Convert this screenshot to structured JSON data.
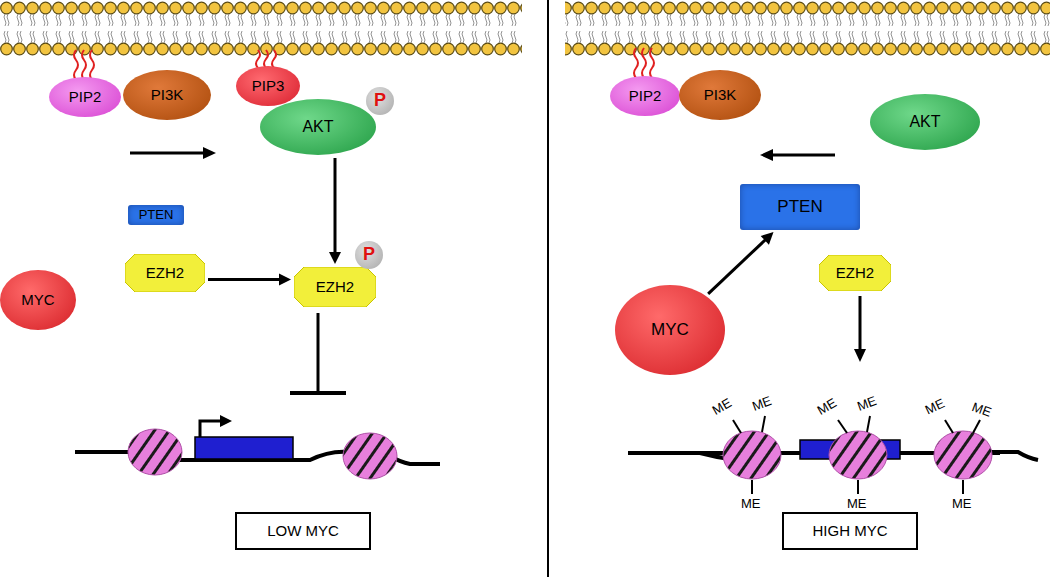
{
  "diagram": {
    "nodes": [
      {
        "text": [
          "PIP2"
        ]
      },
      {
        "text": [
          "PI3K"
        ]
      },
      {
        "text": [
          "PIP3"
        ]
      },
      {
        "text": [
          "AKT"
        ]
      },
      {
        "text": [
          "P"
        ]
      },
      {
        "text": [
          "PTEN"
        ]
      },
      {
        "text": [
          "EZH2"
        ]
      },
      {
        "text": [
          "EZH2"
        ]
      },
      {
        "text": [
          "P"
        ]
      },
      {
        "text": [
          "MYC"
        ]
      },
      {
        "text": [
          "LOW MYC"
        ]
      },
      {
        "text": [
          "PIP2"
        ]
      },
      {
        "text": [
          "PI3K"
        ]
      },
      {
        "text": [
          "AKT"
        ]
      },
      {
        "text": [
          "PTEN"
        ]
      },
      {
        "text": [
          "MYC"
        ]
      },
      {
        "text": [
          "EZH2"
        ]
      },
      {
        "text": [
          "HIGH MYC"
        ]
      }
    ],
    "edges": [
      {
        "from": 3,
        "to": 7,
        "arrow": "to"
      },
      {
        "from": 6,
        "to": 7,
        "arrow": "to"
      },
      {
        "from": 15,
        "to": 14,
        "arrow": "to"
      }
    ],
    "labels": [
      "ME",
      "ME",
      "ME",
      "ME",
      "ME",
      "ME",
      "ME",
      "ME",
      "ME"
    ]
  }
}
